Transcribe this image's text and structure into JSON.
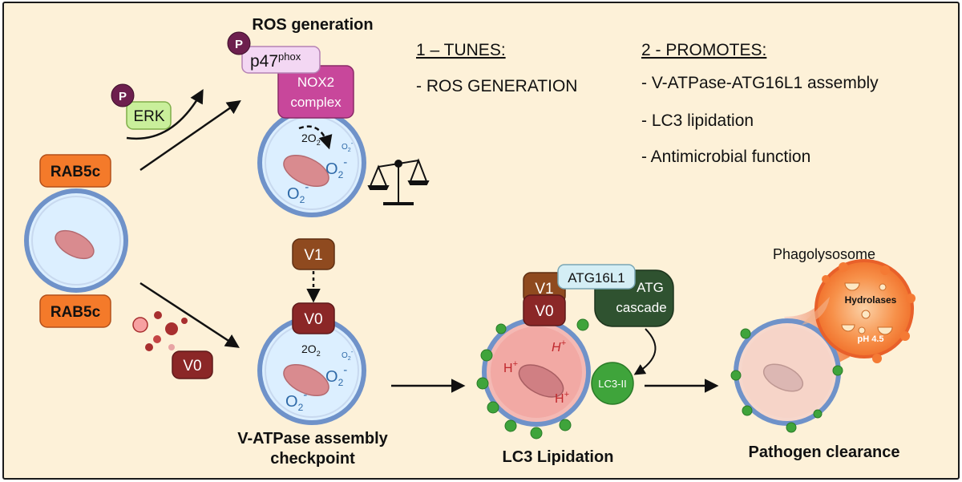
{
  "titles": {
    "ros_generation": "ROS generation",
    "v_atpase_checkpoint_line1": "V-ATPase assembly",
    "v_atpase_checkpoint_line2": "checkpoint",
    "lc3_lipidation": "LC3 Lipidation",
    "pathogen_clearance": "Pathogen clearance",
    "phagolysosome": "Phagolysosome"
  },
  "tunes": {
    "heading": "1 – TUNES:",
    "items": [
      "- ROS GENERATION"
    ]
  },
  "promotes": {
    "heading": "2 - PROMOTES:",
    "items": [
      "- V-ATPase-ATG16L1 assembly",
      "- LC3 lipidation",
      "- Antimicrobial function"
    ]
  },
  "labels": {
    "rab5c_top": "RAB5c",
    "rab5c_bottom": "RAB5c",
    "phospho": "P",
    "erk": "ERK",
    "p47": "p47",
    "phox": "phox",
    "nox2_line1": "NOX2",
    "nox2_line2": "complex",
    "two_o2": "2O",
    "o2": "O",
    "v1": "V1",
    "v0": "V0",
    "atg16l1": "ATG16L1",
    "atg_line1": "ATG",
    "atg_line2": "cascade",
    "lc3_ii": "LC3-II",
    "h_plus": "H",
    "hydrolases": "Hydrolases",
    "ph": "pH 4.5"
  },
  "colors": {
    "background": "#fdf1d8",
    "rab5c": "#f47a2a",
    "membrane": "#6f92c9",
    "vesicle_fill": "#dcefff",
    "pathogen": "#d98b8f",
    "nox2": "#c8479b",
    "p47": "#f3d7f3",
    "phospho": "#6d1f4e",
    "erk": "#c9ef9b",
    "v1": "#8f4a1f",
    "v0": "#8b2727",
    "atg16l1": "#d4eef5",
    "atg_cascade": "#2f5230",
    "lc3": "#3fa43b",
    "acidic": "#f4b9b4",
    "lysosome": "#f47a34"
  }
}
